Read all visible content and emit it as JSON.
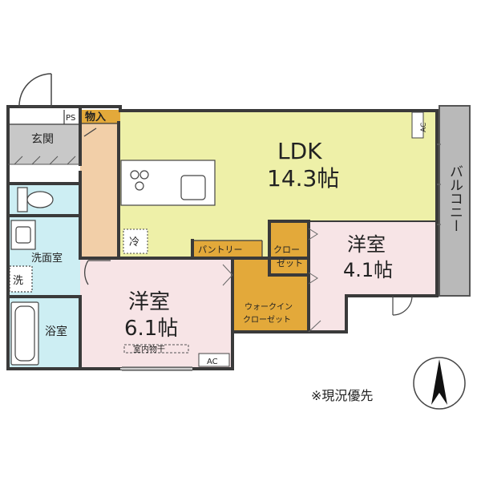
{
  "rooms": {
    "ldk": {
      "name": "LDK",
      "size": "14.3帖"
    },
    "western_room_a": {
      "name": "洋室",
      "size": "4.1帖"
    },
    "western_room_b": {
      "name": "洋室",
      "size": "6.1帖"
    },
    "entrance": "玄関",
    "storage": "物入",
    "washroom": "洗面室",
    "bathroom": "浴室",
    "balcony": "バルコニー",
    "pantry": "パントリー",
    "closet": [
      "クロー",
      "ゼット"
    ],
    "walk_in_closet": [
      "ウォークイン",
      "クローゼット"
    ]
  },
  "markers": {
    "ps": "PS",
    "ac_ldk": "AC",
    "ac_room_b": "AC",
    "refrigerator": "冷",
    "washer": "洗",
    "indoor_drying": "室内物干"
  },
  "note": "※現況優先",
  "colors": {
    "ldk": "#eef0a8",
    "western": "#f7e4e6",
    "water": "#cdeef3",
    "corridor": "#f2cfa8",
    "storage": "#e3a93a",
    "entrance": "#c8c8c8",
    "balcony": "#b9b9b9",
    "wall": "#3a3a3a"
  }
}
